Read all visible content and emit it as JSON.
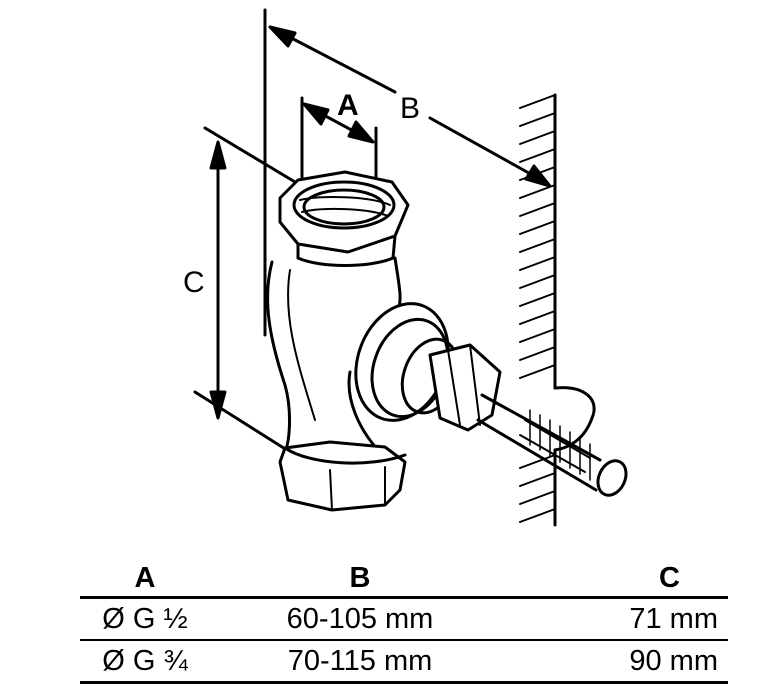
{
  "diagram": {
    "labels": {
      "a": "A",
      "b": "B",
      "c": "C"
    }
  },
  "table": {
    "headers": [
      "A",
      "B",
      "C"
    ],
    "rows": [
      [
        "Ø G ½",
        "60-105 mm",
        "71 mm"
      ],
      [
        "Ø G ¾",
        "70-115 mm",
        "90 mm"
      ]
    ]
  }
}
